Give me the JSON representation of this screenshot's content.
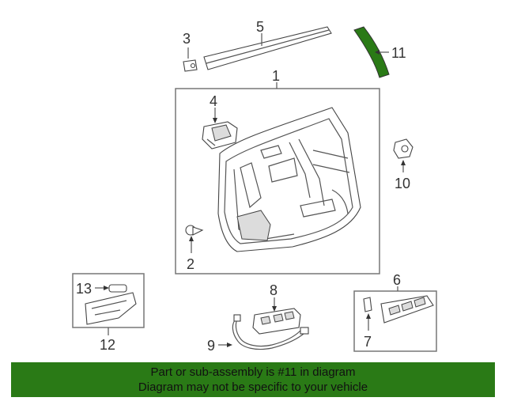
{
  "callouts": {
    "c1": "1",
    "c2": "2",
    "c3": "3",
    "c4": "4",
    "c5": "5",
    "c6": "6",
    "c7": "7",
    "c8": "8",
    "c9": "9",
    "c10": "10",
    "c11": "11",
    "c12": "12",
    "c13": "13"
  },
  "highlight_color": "#2a7a16",
  "banner": {
    "line1": "Part or sub-assembly is #11 in diagram",
    "line2": "Diagram may not be specific to your vehicle",
    "background": "#2a7a16"
  }
}
